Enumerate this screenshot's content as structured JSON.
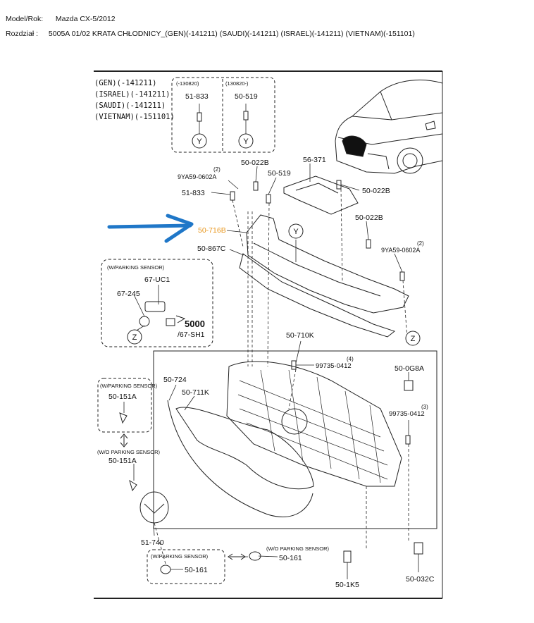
{
  "header": {
    "model_label": "Model/Rok:",
    "model_value": "Mazda CX-5/2012",
    "section_label": "Rozdział :",
    "section_value": "5005A 01/02 KRATA CHŁODNICY_(GEN)(-141211) (SAUDI)(-141211) (ISRAEL)(-141211) (VIETNAM)(-151101)"
  },
  "conditions": [
    "(GEN)(-141211)",
    "(ISRAEL)(-141211)",
    "(SAUDI)(-141211)",
    "(VIETNAM)(-151101)"
  ],
  "boxes": {
    "pre": "(-130820)",
    "post": "(130820-)",
    "w_parking": "(W/PARKING SENSOR)",
    "w_parking_small": "(W/PARKING SENSOR)",
    "wo_parking_small": "(W/O PARKING SENSOR)",
    "w_parking_bottom": "(W/PARKING SENSOR)",
    "wo_parking_bottom": "(W/O PARKING SENSOR)"
  },
  "ref": {
    "y": "Y",
    "z": "Z"
  },
  "parts": {
    "p51833_top": "51-833",
    "p50519_top": "50-519",
    "p50022b_a": "50-022B",
    "p56371": "56-371",
    "p9ya59_a": "9YA59-0602A",
    "qty_9ya59_a": "(2)",
    "p50519_mid": "50-519",
    "p51833_mid": "51-833",
    "p50022b_b": "50-022B",
    "p50022b_c": "50-022B",
    "p50716b": "50-716B",
    "p50867c": "50-867C",
    "p9ya59_b": "9YA59-0602A",
    "qty_9ya59_b": "(2)",
    "p67uc1": "67-UC1",
    "p67245": "67-245",
    "p5000": "5000",
    "p67sh1": "/67-SH1",
    "p50710k": "50-710K",
    "p99735_a": "99735-0412",
    "qty_99735_a": "(4)",
    "p500g8a": "50-0G8A",
    "p99735_b": "99735-0412",
    "qty_99735_b": "(3)",
    "p50724": "50-724",
    "p50711k": "50-711K",
    "p50151a_a": "50-151A",
    "p50151a_b": "50-151A",
    "p51740": "51-740",
    "p50161_a": "50-161",
    "p50161_b": "50-161",
    "p501k5": "50-1K5",
    "p50032c": "50-032C"
  },
  "colors": {
    "highlight_arrow": "#1f77c8",
    "highlight_label": "#e8961c",
    "line": "#222222"
  }
}
